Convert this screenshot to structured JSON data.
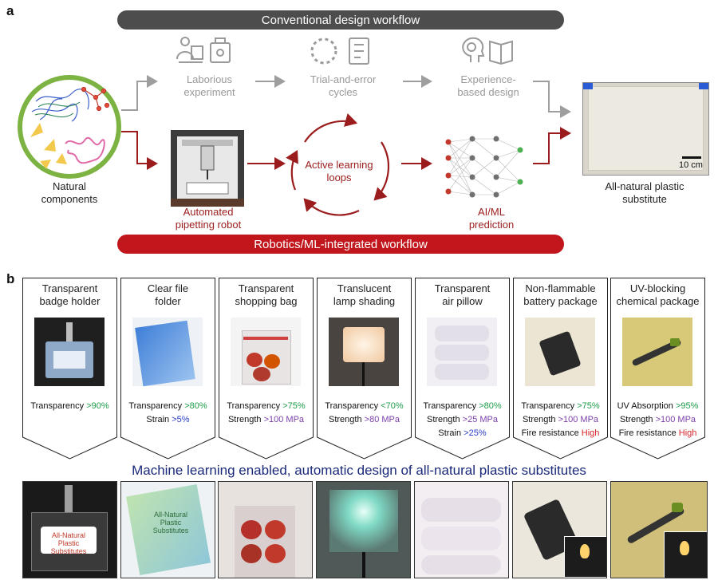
{
  "panel_a": {
    "label": "a",
    "conventional_banner": "Conventional design workflow",
    "integrated_banner": "Robotics/ML-integrated workflow",
    "natural_components": [
      "Natural",
      "components"
    ],
    "conventional_steps": [
      [
        "Laborious",
        "experiment"
      ],
      [
        "Trial-and-error",
        "cycles"
      ],
      [
        "Experience-",
        "based design"
      ]
    ],
    "automated_robot": [
      "Automated",
      "pipetting robot"
    ],
    "active_learning": [
      "Active learning",
      "loops"
    ],
    "ai_ml": [
      "AI/ML",
      "prediction"
    ],
    "product": [
      "All-natural plastic",
      "substitute"
    ],
    "scale_bar": "10 cm",
    "colors": {
      "conventional": "#4d4d4d",
      "integrated": "#c0161c",
      "grey_arrow": "#9e9e9e",
      "red_arrow": "#9b1c1c"
    }
  },
  "panel_b": {
    "label": "b",
    "caption": "Machine learning enabled, automatic design of all-natural plastic substitutes",
    "photo_labels": [
      "All-Natural",
      "Plastic Substitutes"
    ],
    "cards": [
      {
        "title": [
          "Transparent",
          "badge holder"
        ],
        "props": [
          {
            "name": "Transparency",
            "value": ">90%",
            "color": "g"
          }
        ]
      },
      {
        "title": [
          "Clear file",
          "folder"
        ],
        "props": [
          {
            "name": "Transparency",
            "value": ">80%",
            "color": "g"
          },
          {
            "name": "Strain",
            "value": ">5%",
            "color": "b"
          }
        ]
      },
      {
        "title": [
          "Transparent",
          "shopping bag"
        ],
        "props": [
          {
            "name": "Transparency",
            "value": ">75%",
            "color": "g"
          },
          {
            "name": "Strength",
            "value": ">100 MPa",
            "color": "p"
          }
        ]
      },
      {
        "title": [
          "Translucent",
          "lamp shading"
        ],
        "props": [
          {
            "name": "Transparency",
            "value": "<70%",
            "color": "g"
          },
          {
            "name": "Strength",
            "value": ">80 MPa",
            "color": "p"
          }
        ]
      },
      {
        "title": [
          "Transparent",
          "air pillow"
        ],
        "props": [
          {
            "name": "Transparency",
            "value": ">80%",
            "color": "g"
          },
          {
            "name": "Strength",
            "value": ">25 MPa",
            "color": "p"
          },
          {
            "name": "Strain",
            "value": ">25%",
            "color": "b"
          }
        ]
      },
      {
        "title": [
          "Non-flammable",
          "battery package"
        ],
        "props": [
          {
            "name": "Transparency",
            "value": ">75%",
            "color": "g"
          },
          {
            "name": "Strength",
            "value": ">100 MPa",
            "color": "p"
          },
          {
            "name": "Fire resistance",
            "value": "High",
            "color": "r"
          }
        ]
      },
      {
        "title": [
          "UV-blocking",
          "chemical package"
        ],
        "props": [
          {
            "name": "UV Absorption",
            "value": ">95%",
            "color": "g"
          },
          {
            "name": "Strength",
            "value": ">100 MPa",
            "color": "p"
          },
          {
            "name": "Fire resistance",
            "value": "High",
            "color": "r"
          }
        ]
      }
    ]
  }
}
